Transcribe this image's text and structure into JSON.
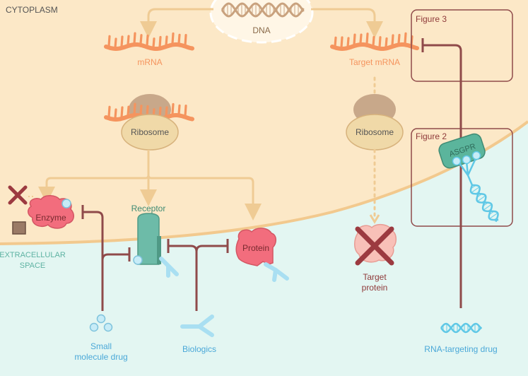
{
  "colors": {
    "cytoplasm": "#fce8c7",
    "extracellular": "#e3f6f2",
    "membrane": "#f2c98e",
    "arrow": "#efcb94",
    "mrna": "#f5945e",
    "ribosome_top": "#c8a88a",
    "ribosome_body": "#f0d9a8",
    "drug_line": "#8f4a4a",
    "enzyme": "#f26d7d",
    "receptor": "#6dbba8",
    "antibody": "#a9dff2",
    "cross": "#9c3a40",
    "figure_box": "#8f4a4a",
    "asgpr": "#5bb59c",
    "helix": "#5fc8e6"
  },
  "labels": {
    "cytoplasm": "CYTOPLASM",
    "extracellular": [
      "EXTRACELLULAR",
      "SPACE"
    ],
    "dna": "DNA",
    "mrna": "mRNA",
    "target_mrna": "Target mRNA",
    "ribosome_left": "Ribosome",
    "ribosome_right": "Ribosome",
    "enzyme": "Enzyme",
    "receptor": "Receptor",
    "protein": "Protein",
    "target_protein": [
      "Target",
      "protein"
    ],
    "small_molecule_drug": [
      "Small",
      "molecule drug"
    ],
    "biologics": "Biologics",
    "rna_targeting_drug": "RNA-targeting drug",
    "figure3": "Figure 3",
    "figure2": "Figure 2",
    "asgpr": "ASGPR"
  }
}
